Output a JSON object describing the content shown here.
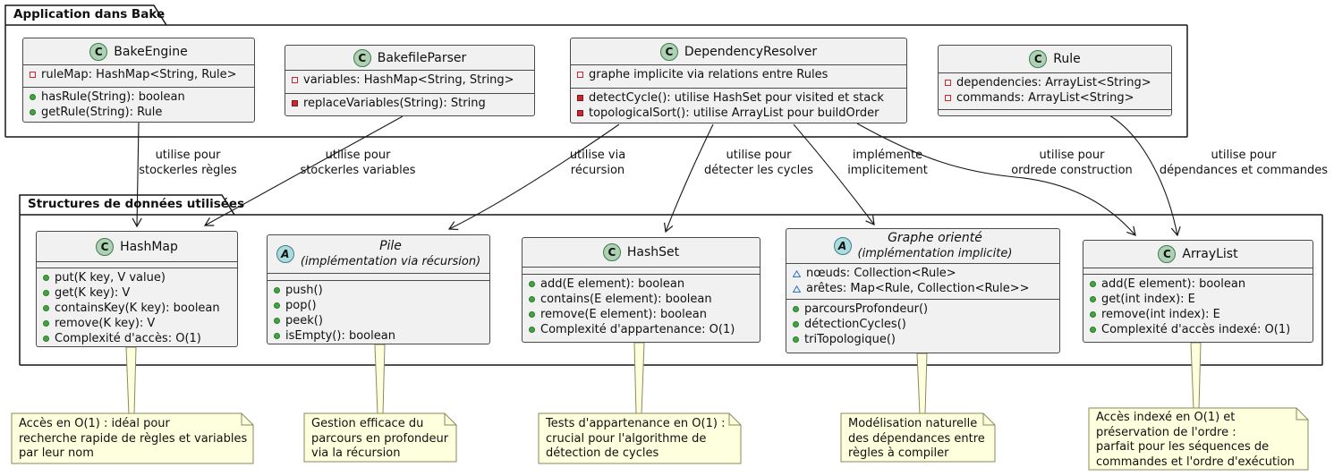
{
  "packages": {
    "app": {
      "title": "Application dans Bake"
    },
    "structures": {
      "title": "Structures de données utilisées"
    }
  },
  "classes": {
    "bake_engine": {
      "icon": "C",
      "name": "BakeEngine",
      "fields": [
        "ruleMap: HashMap<String, Rule>"
      ],
      "methods": [
        "hasRule(String): boolean",
        "getRule(String): Rule"
      ]
    },
    "bakefile_parser": {
      "icon": "C",
      "name": "BakefileParser",
      "fields": [
        "variables: HashMap<String, String>"
      ],
      "methods": [
        "replaceVariables(String): String"
      ]
    },
    "dependency_resolver": {
      "icon": "C",
      "name": "DependencyResolver",
      "fields": [
        "graphe implicite via relations entre Rules"
      ],
      "methods": [
        "detectCycle(): utilise HashSet pour visited et stack",
        "topologicalSort(): utilise ArrayList pour buildOrder"
      ]
    },
    "rule": {
      "icon": "C",
      "name": "Rule",
      "fields": [
        "dependencies: ArrayList<String>",
        "commands: ArrayList<String>"
      ],
      "methods": []
    },
    "hashmap": {
      "icon": "C",
      "name": "HashMap",
      "methods": [
        "put(K key, V value)",
        "get(K key): V",
        "containsKey(K key): boolean",
        "remove(K key): V",
        "Complexité d'accès: O(1)"
      ]
    },
    "pile": {
      "icon": "A",
      "name": "Pile",
      "subtitle": "(implémentation via récursion)",
      "methods": [
        "push()",
        "pop()",
        "peek()",
        "isEmpty(): boolean"
      ]
    },
    "hashset": {
      "icon": "C",
      "name": "HashSet",
      "methods": [
        "add(E element): boolean",
        "contains(E element): boolean",
        "remove(E element): boolean",
        "Complexité d'appartenance: O(1)"
      ]
    },
    "graphe_oriente": {
      "icon": "A",
      "name": "Graphe orienté",
      "subtitle": "(implémentation implicite)",
      "fields": [
        "nœuds: Collection<Rule>",
        "arêtes: Map<Rule, Collection<Rule>>"
      ],
      "methods": [
        "parcoursProfondeur()",
        "détectionCycles()",
        "triTopologique()"
      ]
    },
    "arraylist": {
      "icon": "C",
      "name": "ArrayList",
      "methods": [
        "add(E element): boolean",
        "get(int index): E",
        "remove(int index): E",
        "Complexité d'accès indexé: O(1)"
      ]
    }
  },
  "edges": [
    {
      "from": "BakeEngine",
      "to": "HashMap",
      "label": [
        "utilise pour",
        "stockerles règles"
      ]
    },
    {
      "from": "BakefileParser",
      "to": "HashMap",
      "label": [
        "utilise pour",
        "stockerles variables"
      ]
    },
    {
      "from": "DependencyResolver",
      "to": "Pile",
      "label": [
        "utilise via",
        "récursion"
      ]
    },
    {
      "from": "DependencyResolver",
      "to": "HashSet",
      "label": [
        "utilise pour",
        "détecter les cycles"
      ]
    },
    {
      "from": "DependencyResolver",
      "to": "Graphe orienté",
      "label": [
        "implémente",
        "implicitement"
      ]
    },
    {
      "from": "DependencyResolver",
      "to": "ArrayList",
      "label": [
        "utilise pour",
        "ordrede construction"
      ]
    },
    {
      "from": "Rule",
      "to": "ArrayList",
      "label": [
        "utilise pour",
        "dépendances et commandes"
      ]
    }
  ],
  "notes": [
    {
      "lines": [
        "Accès en O(1) : idéal pour",
        "recherche rapide de règles et variables",
        "par leur nom"
      ]
    },
    {
      "lines": [
        "Gestion efficace du",
        "parcours en profondeur",
        "via la récursion"
      ]
    },
    {
      "lines": [
        "Tests d'appartenance en O(1) :",
        "crucial pour l'algorithme de",
        "détection de cycles"
      ]
    },
    {
      "lines": [
        "Modélisation naturelle",
        "des dépendances entre",
        "règles à compiler"
      ]
    },
    {
      "lines": [
        "Accès indexé en O(1) et",
        "préservation de l'ordre :",
        "parfait pour les séquences de",
        "commandes et l'ordre d'exécution"
      ]
    }
  ],
  "colors": {
    "class_fill": "#F1F1F1",
    "class_border": "#4a4a4a",
    "note_fill": "#FEFFDD",
    "note_border": "#8a8a5c",
    "class_icon_fill": "#ADD1B2",
    "abstract_icon_fill": "#A9DCDF",
    "public_method_green": "#41A53F",
    "private_red": "#C82930",
    "package_private_blue": "#3B78C4"
  }
}
